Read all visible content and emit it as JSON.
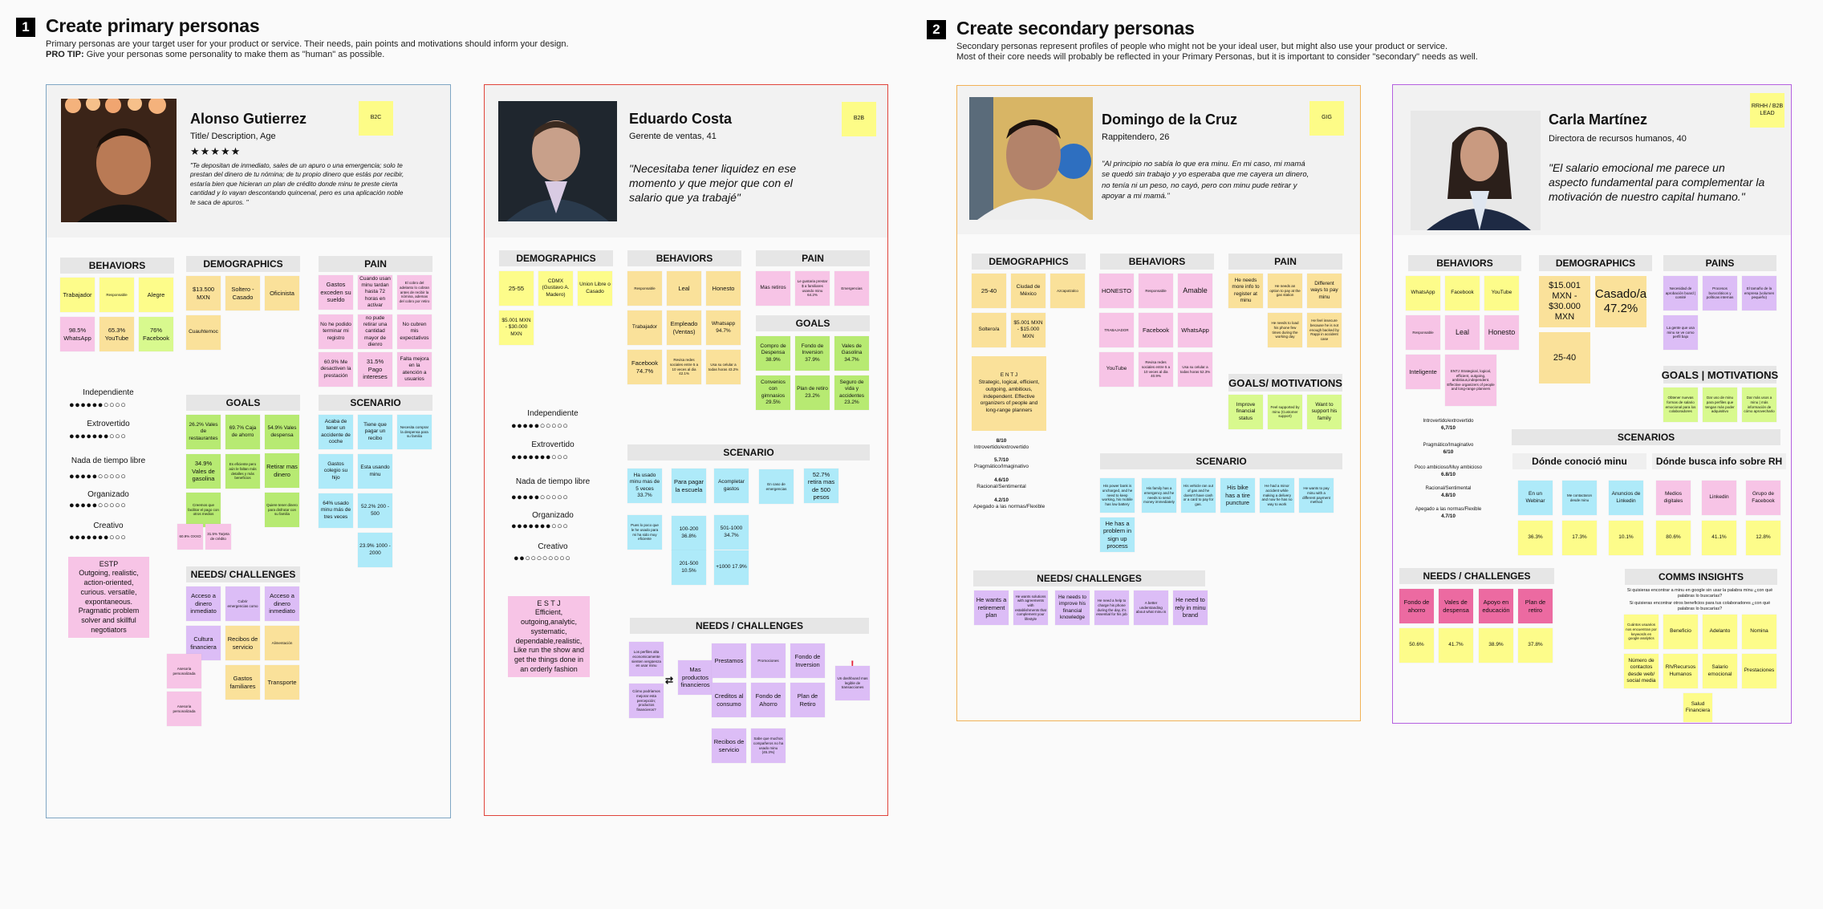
{
  "sections": {
    "primary": {
      "number": "1",
      "title": "Create primary personas",
      "desc": "Primary personas are your target user for your product or service. Their needs, pain points and motivations should inform your design.",
      "tip_label": "PRO TIP:",
      "tip": " Give your personas some personality to make them as \"human\" as possible."
    },
    "secondary": {
      "number": "2",
      "title": "Create secondary personas",
      "desc1": "Secondary personas represent profiles of people who might not be your ideal user, but might also use your product or service.",
      "desc2": "Most of their core needs will probably be reflected in your Primary Personas, but it is important to consider \"secondary\" needs as well."
    }
  },
  "colors": {
    "card1_border": "#7fa6c4",
    "card2_border": "#e0443b",
    "card3_border": "#f1b257",
    "card4_border": "#b460e0"
  },
  "alonso": {
    "name": "Alonso Gutierrez",
    "title": "Title/ Description, Age",
    "stars": "★★★★★",
    "tag": "B2C",
    "quote": "\"Te depositan de inmediato, sales de un apuro o una emergencia; solo te prestan del dinero de tu nómina; de tu propio dinero que estás por recibir, estaría bien que hicieran un plan de crédito donde minu te preste cierta cantidad y lo vayan descontando quincenal, pero es una aplicación noble te saca de apuros. \"",
    "headers": {
      "behaviors": "BEHAVIORS",
      "demographics": "DEMOGRAPHICS",
      "pain": "PAIN",
      "goals": "GOALS",
      "scenario": "SCENARIO",
      "needs": "NEEDS/ CHALLENGES"
    },
    "behaviors": [
      "Trabajador",
      "Responsable",
      "Alegre",
      "98.5% WhatsApp",
      "65.3% YouTube",
      "76% Facebook"
    ],
    "demographics": [
      "$13.500 MXN",
      "Soltero - Casado",
      "Oficinista",
      "Cuauhtemoc"
    ],
    "pain": [
      "Gastos exceden su sueldo",
      "Cuando usan minu tardan hasta 72 horas en activar",
      "El cobro del adelanto lo cobran antes de recibir la nómina, ademas del cobro por retiro",
      "No he podido terminar mi registro",
      "no pude retirar una cantidad mayor de dienro",
      "No cubren mis expectativos",
      "60.9% Me desactiven la prestación",
      "31.5% Pago intereses",
      "Falta mejora en la atención a usuarios"
    ],
    "traits": [
      {
        "label": "Independiente",
        "dots": "●●●●●●○○○○"
      },
      {
        "label": "Extrovertido",
        "dots": "●●●●●●●○○○"
      },
      {
        "label": "Nada de tiempo libre",
        "dots": "●●●●●○○○○○"
      },
      {
        "label": "Organizado",
        "dots": "●●●●●○○○○○"
      },
      {
        "label": "Creativo",
        "dots": "●●●●●●●○○○"
      }
    ],
    "goals": [
      "26.2% Vales de restaurantes",
      "69.7% Caja de ahorro",
      "54.9% Vales despensa",
      "34.9% Vales de gasolina",
      "Es eficiente pero aún le faltan más detalles y más beneficios",
      "Retirar mas dinero",
      "Creemos que facilitar el pago con otros medios",
      "Quiere tener dinero para disfrutar con su familia",
      "60.9% OXXO",
      "31.5% Tarjeta de crédito"
    ],
    "scenario": [
      "Acaba de tener un accidente de coche",
      "Tiene que pagar un recibo",
      "Necesita comprar la despensa para su familia",
      "Gastos colegio su hijo",
      "Esta usando minu",
      "64% usado minu más de tres veces",
      "52.2% 200 - 500",
      "23.9% 1000 - 2000"
    ],
    "personality": "ESTP\nOutgoing, realistic, action-oriented, curious. versatile, expontaneous. Pragmatic problem solver and skillful negotiators",
    "needs": [
      "Acceso a dinero inmediato",
      "Cubrir emergencias como",
      "Acceso a dinero inmediato",
      "Cultura financiera",
      "Recibos de servicio",
      "Alimentación",
      "Gastos familiares",
      "Transporte",
      "Asesoria personalizada",
      "Asesoria personalizada"
    ]
  },
  "eduardo": {
    "name": "Eduardo Costa",
    "title": "Gerente de ventas, 41",
    "tag": "B2B",
    "quote": "\"Necesitaba tener liquidez en ese momento y que mejor que con el salario que ya trabajé\"",
    "headers": {
      "demographics": "DEMOGRAPHICS",
      "behaviors": "BEHAVIORS",
      "pain": "PAIN",
      "goals": "GOALS",
      "scenario": "SCENARIO",
      "needs": "NEEDS / CHALLENGES"
    },
    "demographics": [
      "25-55",
      "CDMX (Gustavo A. Madero)",
      "Union Libre o Casado",
      "$5.001 MXN - $30.000 MXN"
    ],
    "behaviors": [
      "Responsable",
      "Leal",
      "Honesto",
      "Trabajador",
      "Empleado (Ventas)",
      "Whatsapp 94.7%",
      "Facebook 74.7%",
      "Revisa redes sociales entre 5 a 10 veces al dia 42.1%",
      "Usa su celular a todas horas 43.2%"
    ],
    "pain": [
      "Mas retiros",
      "Le gustaria prestar $ a familiares usando minu 64.2%",
      "Emergencias"
    ],
    "goals": [
      "Compro de Despensa 38.9%",
      "Fondo de Inversion 37.9%",
      "Vales de Gasolina 34.7%",
      "Convenios con gimnasios 29.5%",
      "Plan de retiro 23.2%",
      "Seguro de vida y accidentes 23.2%"
    ],
    "traits": [
      {
        "label": "Independiente",
        "dots": "●●●●●○○○○○"
      },
      {
        "label": "Extrovertido",
        "dots": "●●●●●●●○○○"
      },
      {
        "label": "Nada de tiempo libre",
        "dots": "●●●●●○○○○○"
      },
      {
        "label": "Organizado",
        "dots": "●●●●●●●○○○"
      },
      {
        "label": "Creativo",
        "dots": "●●○○○○○○○○"
      }
    ],
    "scenario": [
      "Ha usado minu mas de 5 veces 33.7%",
      "Para pagar la escuela",
      "Acompletar gastos",
      "En caso de emergencias",
      "52.7% retira mas de 500 pesos",
      "Pues lo poco que le he usado para mi ha sido muy eficiente",
      "100-200 36.8%",
      "501-1000 34.7%",
      "201-500 10.5%",
      "+1000 17.9%"
    ],
    "personality": "E S T J\nEfficient, outgoing,analytic, systematic, dependable,realistic, Like run the show and get the things done in an orderly fashion",
    "needs": [
      "Los perfiles alta economicamente sienten vergüenza en usar minu",
      "Cómo podríamos mejorar esta percepción; productos financieros?",
      "Mas productos financieros",
      "Prestamos",
      "Promociones",
      "Fondo de Inversion",
      "Creditos al consumo",
      "Fondo de Ahorro",
      "Plan de Retiro",
      "Recibos de servicio",
      "Sabe que muchos compañeros no ha usado minu (45.3%)",
      "Un dashboard mas legible de transacciones"
    ],
    "swap_icon": "⇄",
    "alert_icon": "!"
  },
  "domingo": {
    "name": "Domingo de la Cruz",
    "title": "Rappitendero, 26",
    "tag": "GIG",
    "quote": "\"Al principio no sabía lo que era minu. En mi caso, mi mamá se quedó sin trabajo y yo esperaba que me cayera un dinero, no tenía ni un peso, no cayó, pero con minu pude retirar y apoyar a mi mamá.\"",
    "headers": {
      "demographics": "DEMOGRAPHICS",
      "behaviors": "BEHAVIORS",
      "pain": "PAIN",
      "goals": "GOALS/ MOTIVATIONS",
      "scenario": "SCENARIO",
      "needs": "NEEDS/ CHALLENGES"
    },
    "demographics": [
      "25-40",
      "Ciudad de México",
      "Azcapotzalco",
      "Soltero/a",
      "$5.001 MXN - $15.000 MXN"
    ],
    "personality": "E N T J\nStrategic, logical, efficient, outgoing, ambitious, independent. Effective organizers of people and long-range planners",
    "behaviors": [
      "HONESTO",
      "Responsable",
      "Amable",
      "TRABAJADOR",
      "Facebook",
      "WhatsApp",
      "YouTube",
      "Revisa redes sociales entre 5 a 10 veces al dia 40.9%",
      "Usa su celular a todas horas 52.3%"
    ],
    "pain": [
      "He needs more info to register at minu",
      "He needs an option to pay at the gas station",
      "Different ways to pay minu",
      "He needs to load his phone few times during the working day",
      "He feel insecure because he is not enough backed by Rappi in accident case"
    ],
    "goals": [
      "Improve financial status",
      "Feel supported by minu (Customer support)",
      "Want to support his family"
    ],
    "stats": [
      {
        "value": "8/10",
        "label": "Introvertido/extrovertido"
      },
      {
        "value": "5.7/10",
        "label": "Pragmático/Imaginativo"
      },
      {
        "value": "4.6/10",
        "label": "Racional/Sentimental"
      },
      {
        "value": "4.2/10",
        "label": "Apegado a las normas/Flexible"
      }
    ],
    "scenario": [
      "His power bank is uncharged, and he need to keep working, his mobile has low battery",
      "His family has a emergency and he needs to send money immediately",
      "His vehicle ran out of gas and he doesn't have cash or a card to pay for gas.",
      "His bike has a tire puncture",
      "He had a minor accident while making a delivery and now he has no way to work",
      "He wants to pay minu with a different payment method",
      "He has a problem in sign up process"
    ],
    "needs": [
      "He wants a retirement plan",
      "He wants solutions with agreements with establishments that complement your lifestyle",
      "He needs to improve his financial knowledge",
      "He need a help to charge his phone during the day, it's essential for his job",
      "A better understanding about what minu is",
      "He need to rely in minu brand"
    ]
  },
  "carla": {
    "name": "Carla Martínez",
    "title": "Directora de recursos humanos, 40",
    "tag": "RRHH / B2B LEAD",
    "quote": "\"El salario emocional me parece un aspecto fundamental para complementar la motivación de nuestro capital humano.\"",
    "headers": {
      "behaviors": "BEHAVIORS",
      "demographics": "DEMOGRAPHICS",
      "pain": "PAINS",
      "goals": "GOALS | MOTIVATIONS",
      "scenarios": "SCENARIOS",
      "sub1": "Dónde conoció minu",
      "sub2": "Dónde busca info sobre RH",
      "needs": "NEEDS / CHALLENGES",
      "comms": "COMMS INSIGHTS"
    },
    "behaviors": [
      "WhatsApp",
      "Facebook",
      "YouTube",
      "Responsable",
      "Leal",
      "Honesto",
      "Inteligente",
      "ENTJ Strategical, logical, efficient, outgoing, ambitious,independent. Effective organizers of people and long-range planners"
    ],
    "demographics": [
      "$15.001 MXN - $30.000 MXN",
      "Casado/a 47.2%",
      "25-40"
    ],
    "pain": [
      "Necesidad de aprobación board | comité",
      "Procesos burocráticos y políticas internas",
      "El tamaño de la empresa (volumen pequeño)",
      "La gente que usa minu se ve como perfil bajo"
    ],
    "goals": [
      "Obtener nuevas formas de salario emocional para los colaboradores",
      "Dar uso de minu para perfiles que tengan más poder adquisitivo",
      "Dar más usos a minu | más información de cómo aprovecharlo"
    ],
    "stats": [
      {
        "label": "Introvertido/extrovertido",
        "value": "6,7/10"
      },
      {
        "label": "Pragmático/Imaginativo",
        "value": "6/10"
      },
      {
        "label": "Poco ambicioso/Muy ambicioso",
        "value": "6.8/10"
      },
      {
        "label": "Racional/Sentimental",
        "value": "4.8/10"
      },
      {
        "label": "Apegado a las normas/Flexible",
        "value": "4.7/10"
      }
    ],
    "where_met": [
      {
        "label": "En un Webinar",
        "pct": "36.3%"
      },
      {
        "label": "Me contactaron desde minu",
        "pct": "17.3%"
      },
      {
        "label": "Anuncios de Linkedin",
        "pct": "10.1%"
      }
    ],
    "where_info": [
      {
        "label": "Medios digitales",
        "pct": "80.6%"
      },
      {
        "label": "Linkedin",
        "pct": "41.1%"
      },
      {
        "label": "Grupo de Facebook",
        "pct": "12.8%"
      }
    ],
    "needs": [
      {
        "label": "Fondo de ahorro",
        "pct": "50.6%"
      },
      {
        "label": "Vales de despensa",
        "pct": "41.7%"
      },
      {
        "label": "Apoyo en educación",
        "pct": "38.9%"
      },
      {
        "label": "Plan de retiro",
        "pct": "37.8%"
      }
    ],
    "comms_q1": "Si quisieras encontrar a minu en google sin usar la palabra minu ¿con qué palabras lo buscarías?",
    "comms_q2": "Si quisieras encontrar otros beneficios para tus colaboradores ¿con qué palabras lo buscarías?",
    "comms": [
      "Cuántos usuarios nos encuentran por keywords en google analytics",
      "Beneficio",
      "Adelanto",
      "Nomina",
      "Número de contactos desde web/ social media",
      "Rh/Recursos Humanos",
      "Salario emocional",
      "Prestaciones",
      "Salud Financiera"
    ]
  }
}
